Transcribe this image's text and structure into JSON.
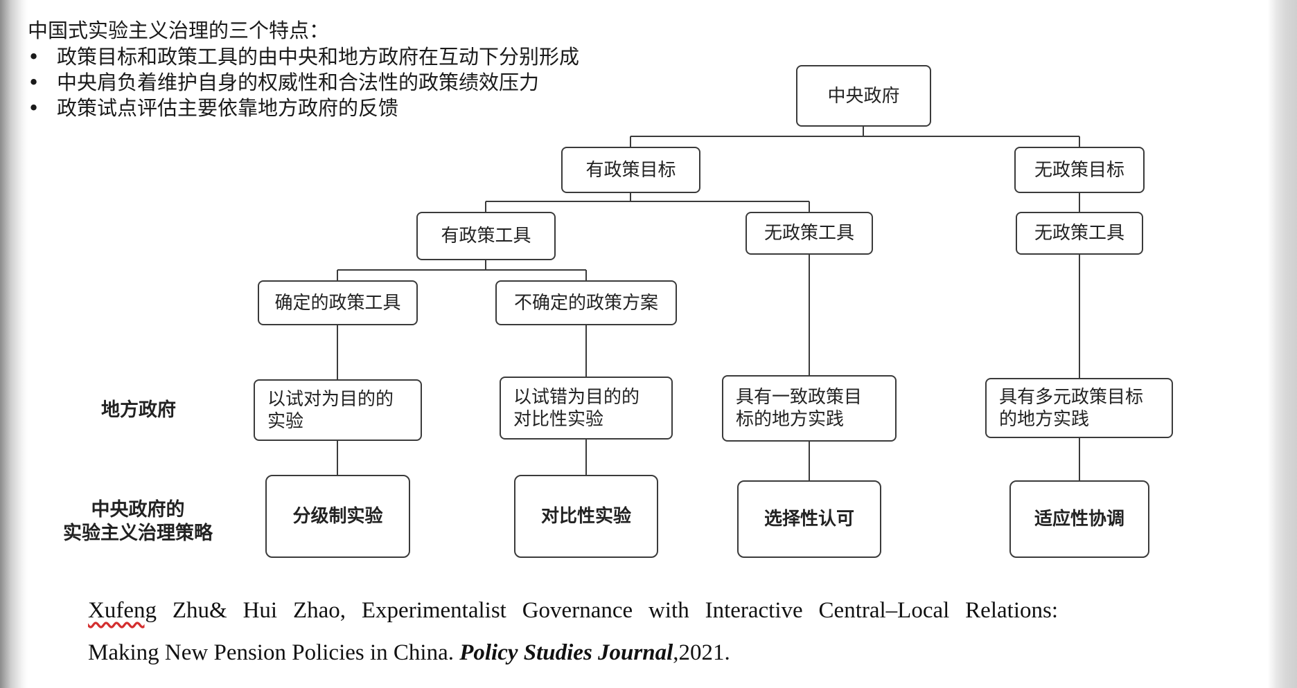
{
  "intro": {
    "title": "中国式实验主义治理的三个特点：",
    "bullet_glyph": "•",
    "bullets": [
      "政策目标和政策工具的由中央和地方政府在互动下分别形成",
      "中央肩负着维护自身的权威性和合法性的政策绩效压力",
      "政策试点评估主要依靠地方政府的反馈"
    ]
  },
  "diagram": {
    "root": "中央政府",
    "goal_yes": "有政策目标",
    "goal_no": "无政策目标",
    "tool_yes": "有政策工具",
    "tool_no_left": "无政策工具",
    "tool_no_right": "无政策工具",
    "tool_definite": "确定的政策工具",
    "tool_indefinite": "不确定的政策方案",
    "local_1": [
      "以试对为目的的",
      "实验"
    ],
    "local_2": [
      "以试错为目的的",
      "对比性实验"
    ],
    "local_3": [
      "具有一致政策目",
      "标的地方实践"
    ],
    "local_4": [
      "具有多元政策目标",
      "的地方实践"
    ],
    "strategy_1": "分级制实验",
    "strategy_2": "对比性实验",
    "strategy_3": "选择性认可",
    "strategy_4": "适应性协调"
  },
  "row_labels": {
    "local": "地方政府",
    "strategy_line1": "中央政府的",
    "strategy_line2": "实验主义治理策略"
  },
  "citation": {
    "author1": "Xufeng",
    "line1_rest": " Zhu& Hui Zhao, Experimentalist Governance with Interactive Central–Local Relations:",
    "line2_start": "Making New Pension Policies in China. ",
    "journal": "Policy Studies Journal",
    "year": ",2021."
  }
}
